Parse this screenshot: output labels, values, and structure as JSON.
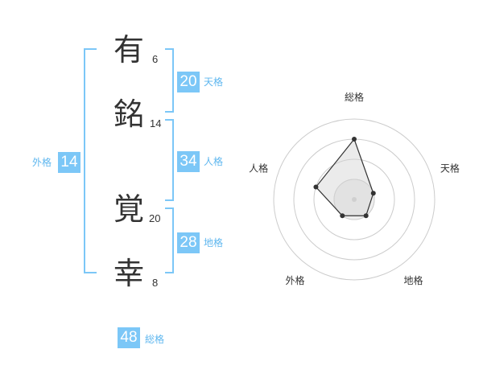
{
  "characters": [
    {
      "char": "有",
      "strokes": "6"
    },
    {
      "char": "銘",
      "strokes": "14"
    },
    {
      "char": "覚",
      "strokes": "20"
    },
    {
      "char": "幸",
      "strokes": "8"
    }
  ],
  "fortunes": {
    "tenkaku": {
      "value": "20",
      "label": "天格"
    },
    "jinkaku": {
      "value": "34",
      "label": "人格"
    },
    "chikaku": {
      "value": "28",
      "label": "地格"
    },
    "gaikaku": {
      "value": "14",
      "label": "外格"
    },
    "soukaku": {
      "value": "48",
      "label": "総格"
    }
  },
  "colors": {
    "accent": "#7cc7f7",
    "accent_text": "#5fb7ef",
    "text": "#333333"
  },
  "chart_data": {
    "type": "radar",
    "axes": [
      "総格",
      "天格",
      "地格",
      "外格",
      "人格"
    ],
    "values": [
      3,
      1,
      1,
      1,
      2
    ],
    "max": 4,
    "rings": 4
  }
}
